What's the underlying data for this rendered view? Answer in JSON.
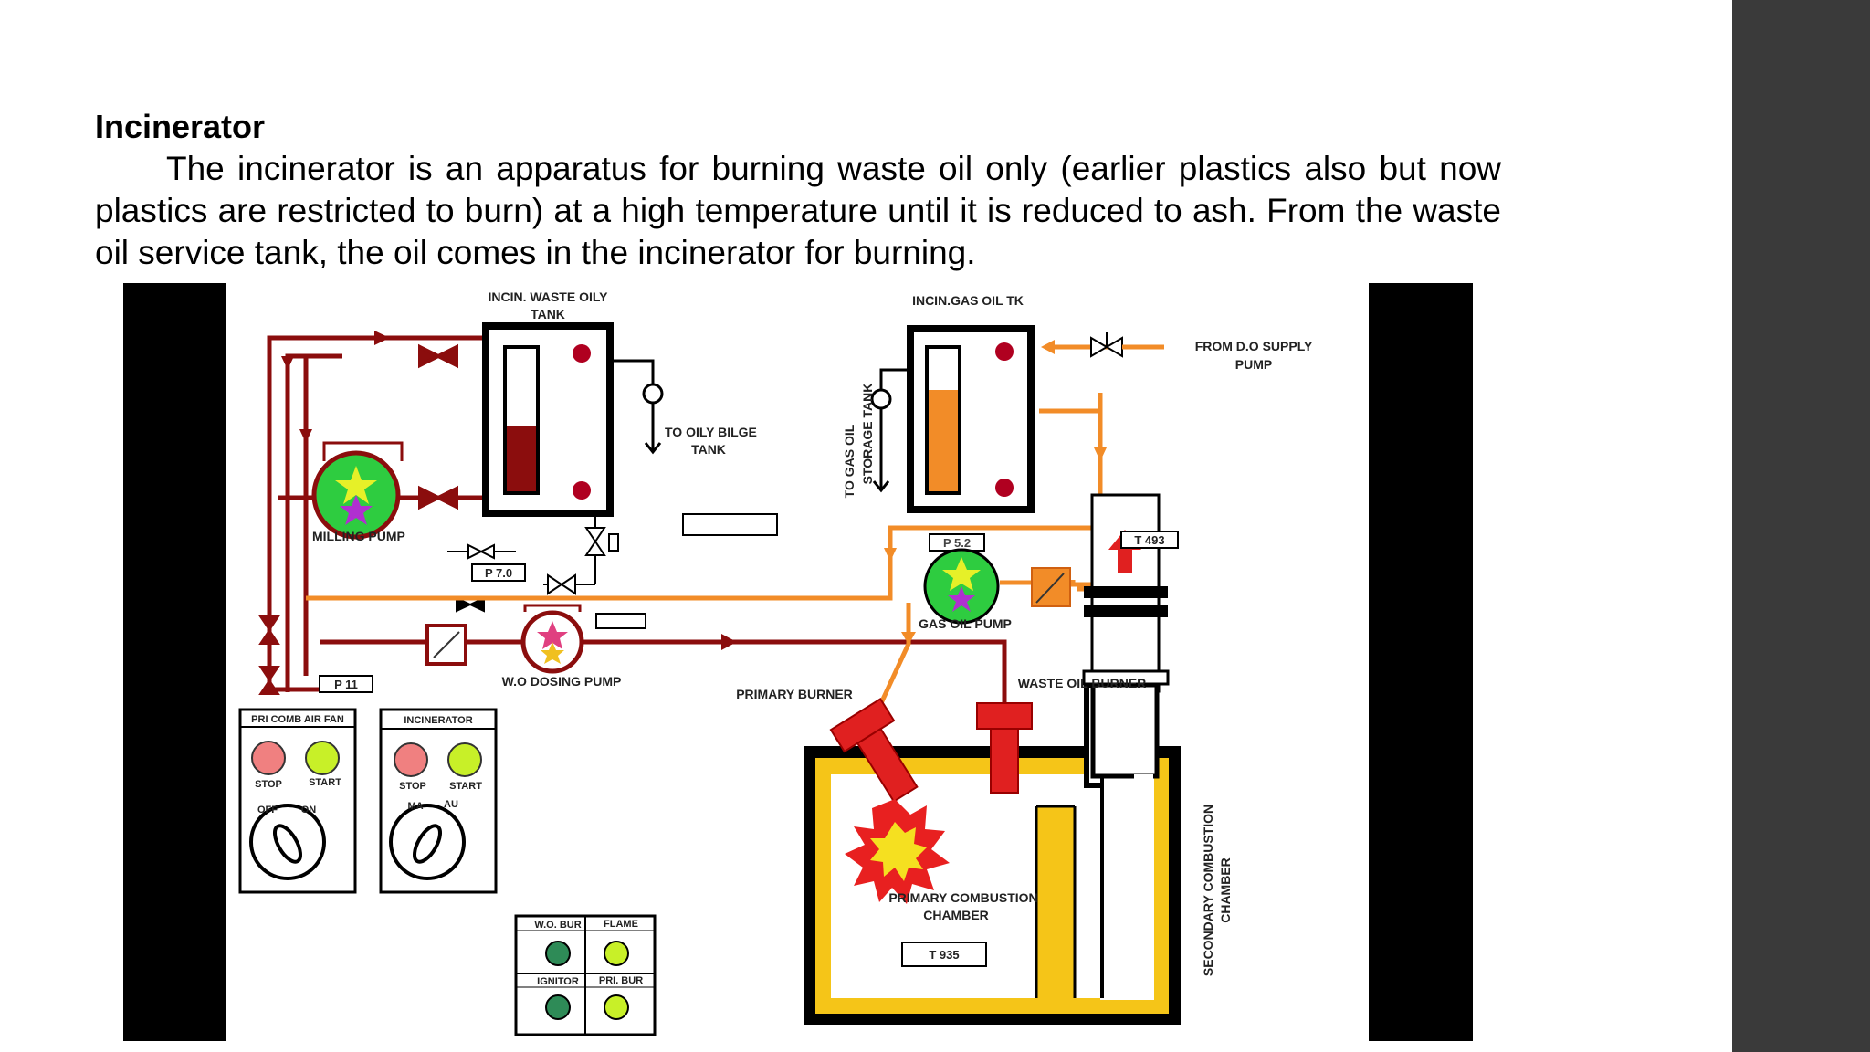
{
  "slide": {
    "title": "Incinerator",
    "body": "The incinerator is an apparatus for burning waste oil only (earlier plastics also but now plastics are restricted to burn) at a high temperature until it is reduced to ash. From the waste oil service tank, the oil comes in the incinerator for burning."
  },
  "diagram": {
    "labels": {
      "waste_tank_1": "INCIN. WASTE OILY",
      "waste_tank_2": "TANK",
      "gas_tank": "INCIN.GAS OIL TK",
      "from_do_1": "FROM D.O SUPPLY",
      "from_do_2": "PUMP",
      "to_bilge_1": "TO OILY BILGE",
      "to_bilge_2": "TANK",
      "to_storage_1": "TO GAS OIL",
      "to_storage_2": "STORAGE TANK",
      "milling_pump": "MILLING PUMP",
      "wo_dosing_pump": "W.O DOSING PUMP",
      "gas_oil_pump": "GAS OIL PUMP",
      "primary_burner": "PRIMARY BURNER",
      "waste_oil_burner": "WASTE OIL BURNER",
      "primary_chamber_1": "PRIMARY COMBUSTION",
      "primary_chamber_2": "CHAMBER",
      "secondary_chamber_1": "SECONDARY COMBUSTION",
      "secondary_chamber_2": "CHAMBER"
    },
    "readouts": {
      "p70": "P 7.0",
      "p52": "P 5.2",
      "p11": "P 11",
      "t493": "T 493",
      "t935": "T 935"
    },
    "panels": {
      "fan": {
        "title": "PRI COMB AIR FAN",
        "stop": "STOP",
        "start": "START",
        "off": "OFF",
        "on": "ON"
      },
      "incinerator": {
        "title": "INCINERATOR",
        "stop": "STOP",
        "start": "START",
        "ma": "MA",
        "au": "AU"
      },
      "indicators": {
        "wo_bur": "W.O. BUR",
        "flame": "FLAME",
        "ignitor": "IGNITOR",
        "pri_bur": "PRI. BUR"
      }
    },
    "levels": {
      "waste_oil_tank": 0.46,
      "gas_oil_tank": 0.71
    },
    "colors": {
      "waste_oil_line": "#8b0d0d",
      "gas_oil_line": "#f28c28",
      "chamber": "#f5c518",
      "burner": "#e02020",
      "pump_body": "#2ecc40",
      "stop_button": "#f08080",
      "start_button": "#c8f028",
      "indicator_green": "#2e8b57",
      "indicator_lime": "#c8f028"
    }
  }
}
